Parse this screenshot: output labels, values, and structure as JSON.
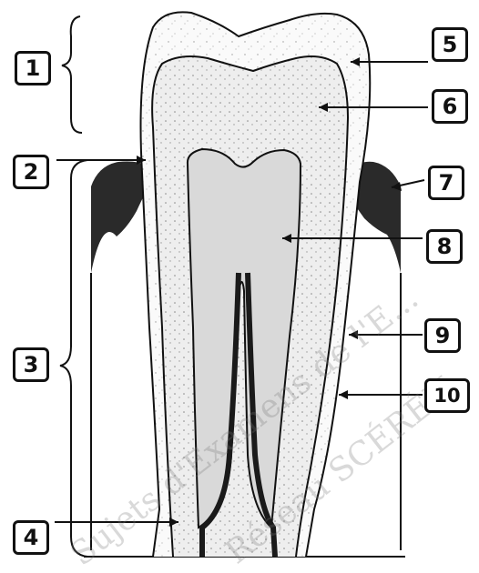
{
  "labels": [
    {
      "id": "1",
      "text": "1"
    },
    {
      "id": "2",
      "text": "2"
    },
    {
      "id": "3",
      "text": "3"
    },
    {
      "id": "4",
      "text": "4"
    },
    {
      "id": "5",
      "text": "5"
    },
    {
      "id": "6",
      "text": "6"
    },
    {
      "id": "7",
      "text": "7"
    },
    {
      "id": "8",
      "text": "8"
    },
    {
      "id": "9",
      "text": "9"
    },
    {
      "id": "10",
      "text": "10"
    }
  ],
  "watermark": {
    "line1": "Sujets d'Examens de l'E...",
    "line2": "Réseau SCÉRÉN"
  },
  "colors": {
    "ink": "#111111",
    "gum": "#2a2a2a",
    "dentin_shade": "#e6e6e6",
    "pulp_shade": "#d9d9d9"
  }
}
